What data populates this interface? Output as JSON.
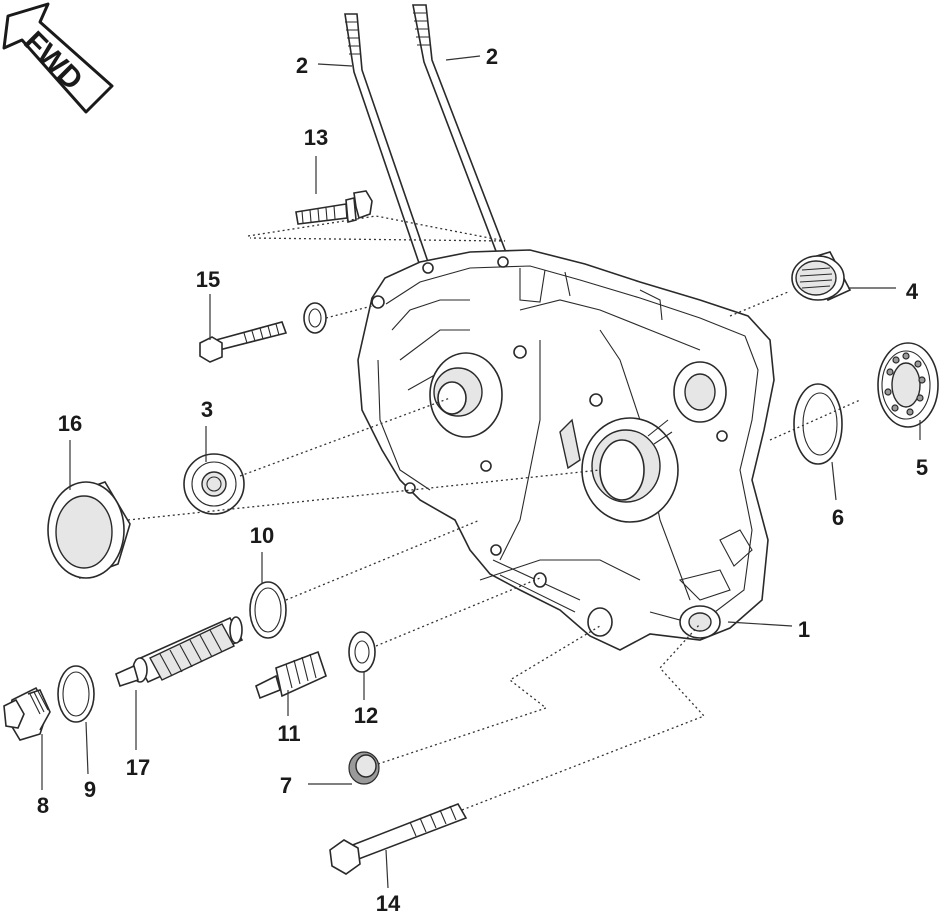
{
  "orientation": {
    "label": "FWD",
    "icon": "forward-arrow-icon"
  },
  "callouts": [
    {
      "id": "p2a",
      "label": "2"
    },
    {
      "id": "p2b",
      "label": "2"
    },
    {
      "id": "p13",
      "label": "13"
    },
    {
      "id": "p15",
      "label": "15"
    },
    {
      "id": "p4",
      "label": "4"
    },
    {
      "id": "p3",
      "label": "3"
    },
    {
      "id": "p16",
      "label": "16"
    },
    {
      "id": "p5",
      "label": "5"
    },
    {
      "id": "p6",
      "label": "6"
    },
    {
      "id": "p10",
      "label": "10"
    },
    {
      "id": "p1",
      "label": "1"
    },
    {
      "id": "p11",
      "label": "11"
    },
    {
      "id": "p12",
      "label": "12"
    },
    {
      "id": "p17",
      "label": "17"
    },
    {
      "id": "p8",
      "label": "8"
    },
    {
      "id": "p9",
      "label": "9"
    },
    {
      "id": "p7",
      "label": "7"
    },
    {
      "id": "p14",
      "label": "14"
    }
  ]
}
